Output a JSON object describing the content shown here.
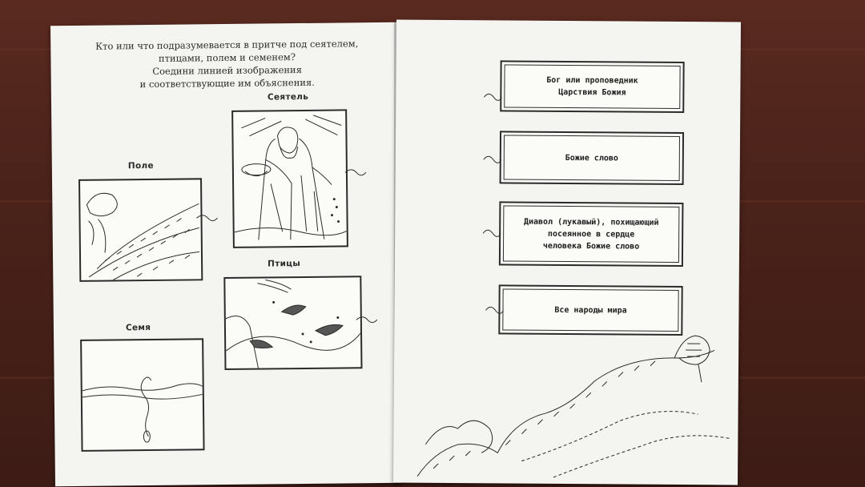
{
  "question": {
    "lines": [
      "Кто или что подразумевается в притче под сеятелем,",
      "птицами, полем и семенем?",
      "Соедини линией изображения",
      "и соответствующие им объяснения."
    ]
  },
  "pictures": {
    "sower": "Сеятель",
    "field": "Поле",
    "birds": "Птицы",
    "seed": "Семя"
  },
  "answers": [
    {
      "lines": [
        "Бог или проповедник",
        "Царствия Божия"
      ]
    },
    {
      "lines": [
        "Божие слово"
      ]
    },
    {
      "lines": [
        "Диавол (лукавый), похищающий",
        "посеянное в сердце",
        "человека Божие слово"
      ]
    },
    {
      "lines": [
        "Все народы мира"
      ]
    }
  ]
}
